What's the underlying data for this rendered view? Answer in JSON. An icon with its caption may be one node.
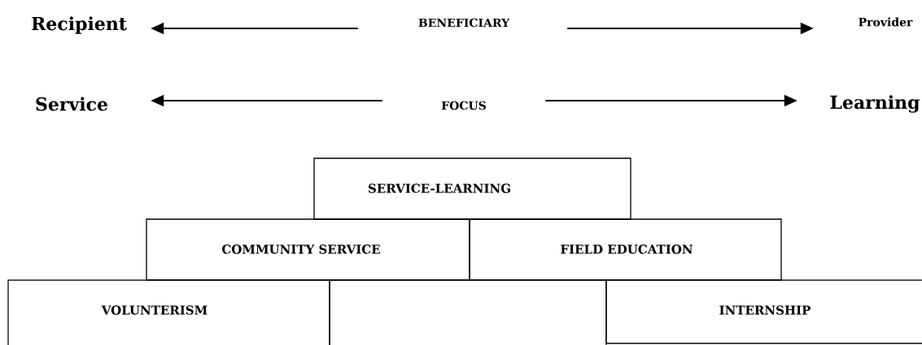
{
  "diagram": {
    "nodes": [
      {
        "text": [
          "Recipient"
        ]
      },
      {
        "text": [
          "BENEFICIARY"
        ]
      },
      {
        "text": [
          "Provider"
        ]
      },
      {
        "text": [
          "Service"
        ]
      },
      {
        "text": [
          "FOCUS"
        ]
      },
      {
        "text": [
          "Learning"
        ]
      },
      {
        "text": [
          "SERVICE-LEARNING"
        ]
      },
      {
        "text": [
          "COMMUNITY SERVICE"
        ]
      },
      {
        "text": [
          "FIELD EDUCATION"
        ]
      },
      {
        "text": [
          "VOLUNTERISM"
        ]
      },
      {
        "text": [],
        "shape": "box"
      },
      {
        "text": [
          "INTERNSHIP"
        ]
      }
    ],
    "edges": [
      {
        "from": 1,
        "to": 0,
        "arrow": "to"
      },
      {
        "from": 1,
        "to": 2,
        "arrow": "to"
      },
      {
        "from": 4,
        "to": 3,
        "arrow": "to"
      },
      {
        "from": 4,
        "to": 5,
        "arrow": "to"
      }
    ]
  }
}
